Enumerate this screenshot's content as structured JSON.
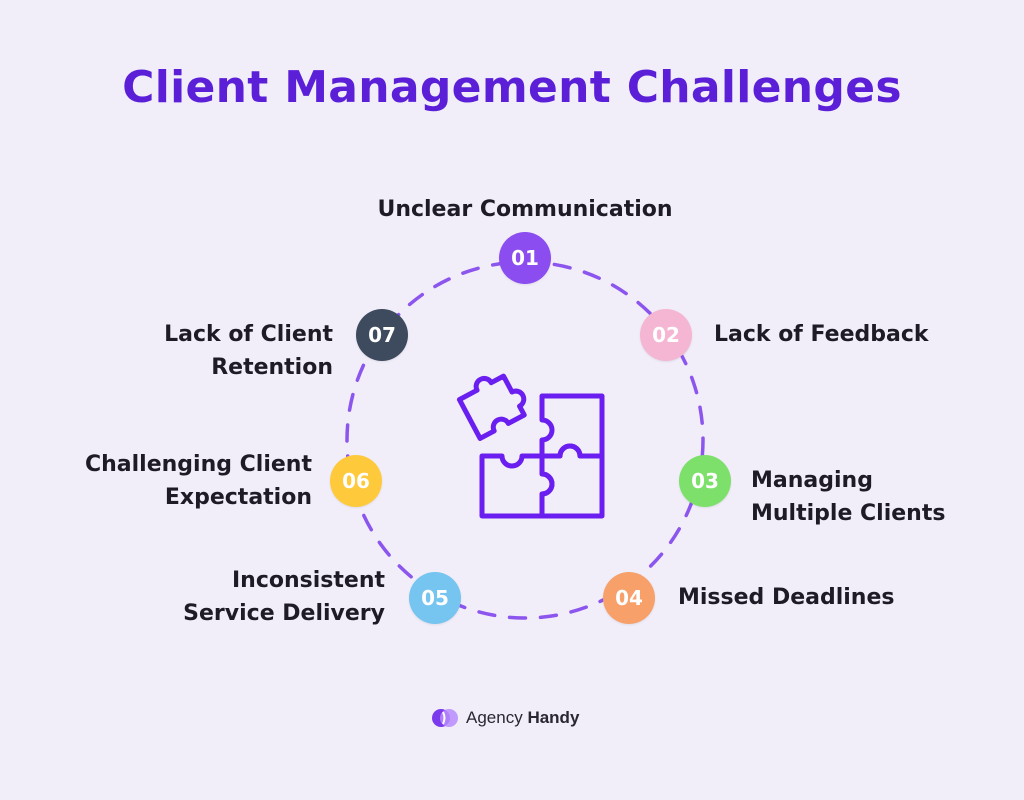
{
  "title": "Client Management Challenges",
  "items": [
    {
      "number": "01",
      "lines": [
        "Unclear Communication"
      ],
      "color": "#8B4CF0"
    },
    {
      "number": "02",
      "lines": [
        "Lack of Feedback"
      ],
      "color": "#F4B6D2"
    },
    {
      "number": "03",
      "lines": [
        "Managing",
        "Multiple Clients"
      ],
      "color": "#7DE06A"
    },
    {
      "number": "04",
      "lines": [
        "Missed Deadlines"
      ],
      "color": "#F7A06A"
    },
    {
      "number": "05",
      "lines": [
        "Inconsistent",
        "Service Delivery"
      ],
      "color": "#76C4F0"
    },
    {
      "number": "06",
      "lines": [
        "Challenging Client",
        "Expectation"
      ],
      "color": "#FFC93C"
    },
    {
      "number": "07",
      "lines": [
        "Lack of Client",
        "Retention"
      ],
      "color": "#3E4B5E"
    }
  ],
  "ring_color": "#8B55EE",
  "center_icon": "puzzle-icon",
  "brand": {
    "prefix": "Agency",
    "name": "Handy",
    "logo": "agency-handy-logo-icon"
  }
}
